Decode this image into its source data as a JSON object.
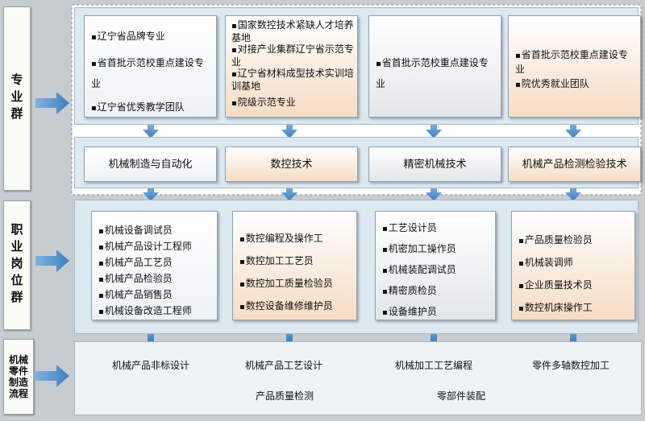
{
  "sections": {
    "professional_group": "专业群",
    "job_group": "职业岗位群",
    "process_flow": [
      "机械",
      "零件",
      "制造",
      "流程"
    ]
  },
  "specialty_columns": [
    {
      "items": [
        "辽宁省品牌专业",
        "省首批示范校重点建设专业",
        "辽宁省优秀教学团队"
      ]
    },
    {
      "items": [
        "国家数控技术紧缺人才培养基地",
        "对接产业集群辽宁省示范专业",
        "辽宁省材料成型技术实训培训基地",
        "院级示范专业"
      ]
    },
    {
      "items": [
        "省首批示范校重点建设专业"
      ]
    },
    {
      "items": [
        "省首批示范校重点建设专业",
        "院优秀就业团队"
      ]
    }
  ],
  "majors": [
    "机械制造与自动化",
    "数控技术",
    "精密机械技术",
    "机械产品检测检验技术"
  ],
  "job_columns": [
    {
      "items": [
        "机械设备调试员",
        "机械产品设计工程师",
        "机械产品工艺员",
        "机械产品检验员",
        "机械产品销售员",
        "机械设备改造工程师"
      ]
    },
    {
      "items": [
        "数控编程及操作工",
        "数控加工工艺员",
        "数控加工质量检验员",
        "数控设备维修维护员"
      ]
    },
    {
      "items": [
        "工艺设计员",
        "机密加工操作员",
        "机械装配调试员",
        "精密质检员",
        "设备维护员"
      ]
    },
    {
      "items": [
        "产品质量检验员",
        "机械装调师",
        "企业质量技术员",
        "数控机床操作工"
      ]
    }
  ],
  "flow_steps": [
    "机械产品非标设计",
    "机械产品工艺设计",
    "机械加工工艺编程",
    "零件多轴数控加工",
    "零部件装配",
    "产品质量检测"
  ],
  "colors": {
    "arrow_blue": "#4f8fcc",
    "flow_green": "#c6e3b4",
    "panel_blue": "#dde9f1",
    "peach": "#f6dcc4"
  }
}
